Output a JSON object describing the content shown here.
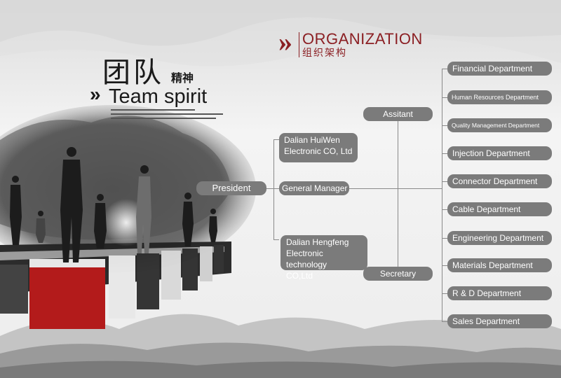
{
  "header": {
    "title_en": "ORGANIZATION",
    "title_cn": "组织架构",
    "chevrons": "»",
    "accent_color": "#8b1f23"
  },
  "hero": {
    "title_cn_large": "团队",
    "title_cn_small": "精神",
    "title_en": "Team spirit",
    "chevron": "»"
  },
  "org": {
    "president": "President",
    "general_manager": "General Manager",
    "assistant": "Assitant",
    "secretary": "Secretary",
    "company_1": [
      "Dalian HuiWen",
      "Electronic CO, Ltd"
    ],
    "company_2": [
      "Dalian Hengfeng",
      "Electronic technology",
      "CO,Ltd"
    ],
    "departments": [
      "Financial Department",
      "Human Resources Department",
      "Quality Management Department",
      "Injection Department",
      "Connector Department",
      "Cable Department",
      "Engineering Department",
      "Materials Department",
      "R & D Department",
      "Sales Department"
    ]
  },
  "colors": {
    "node_bg": "#7b7b7b",
    "line": "#8a8a8a",
    "cube_red": "#b31b1b"
  }
}
